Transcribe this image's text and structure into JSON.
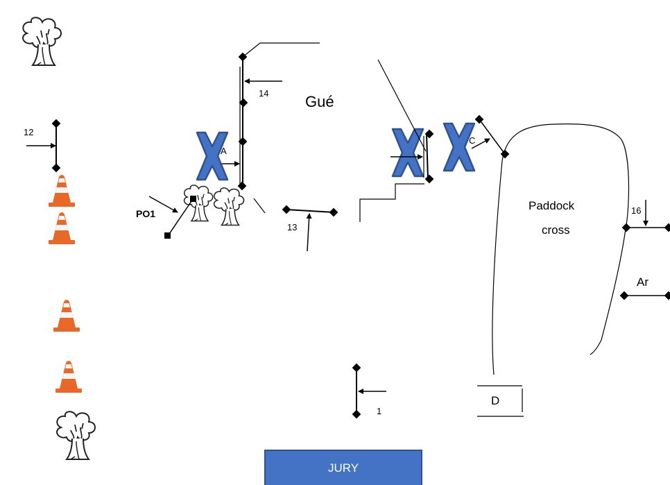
{
  "labels": {
    "gue": "Gué",
    "paddock_line1": "Paddock",
    "paddock_line2": "cross",
    "jump_12": "12",
    "jump_14": "14",
    "jump_13": "13",
    "jump_16": "16",
    "jump_1": "1",
    "option_a": "A",
    "option_c": "C",
    "po1": "PO1",
    "ar": "Ar",
    "start": "D",
    "jury": "JURY"
  },
  "colors": {
    "cross": "#4472c4",
    "cross_outline": "#2f528f",
    "cone": "#e8682a",
    "jury_bg": "#4472c4",
    "line": "#000000"
  },
  "icons": [
    "tree-icon",
    "cone-icon",
    "cross-mark-icon",
    "flag-marker-icon",
    "arrow-icon"
  ]
}
